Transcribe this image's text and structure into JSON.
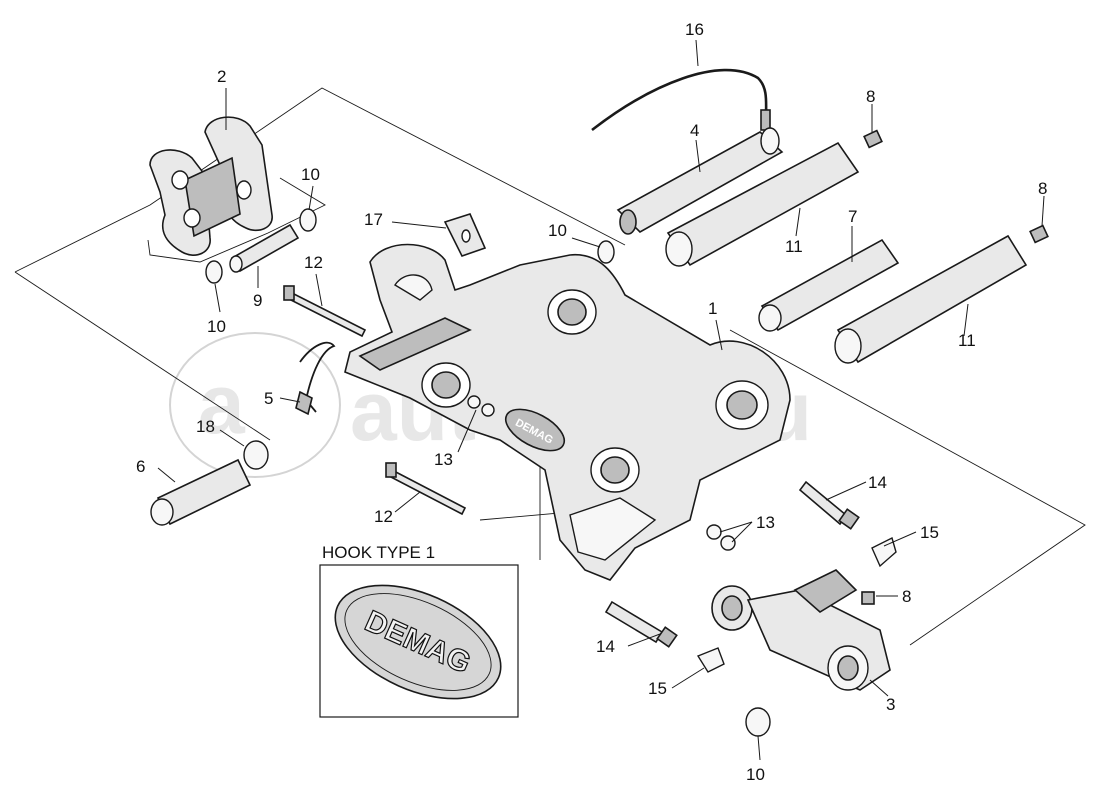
{
  "diagram": {
    "inset_title": "HOOK TYPE 1",
    "badge_text": "DEMAG",
    "watermark_text": "autopiter.ru",
    "callouts": [
      {
        "id": "c-1",
        "text": "1"
      },
      {
        "id": "c-2",
        "text": "2"
      },
      {
        "id": "c-3",
        "text": "3"
      },
      {
        "id": "c-4",
        "text": "4"
      },
      {
        "id": "c-5",
        "text": "5"
      },
      {
        "id": "c-6",
        "text": "6"
      },
      {
        "id": "c-7",
        "text": "7"
      },
      {
        "id": "c-8a",
        "text": "8"
      },
      {
        "id": "c-8b",
        "text": "8"
      },
      {
        "id": "c-8c",
        "text": "8"
      },
      {
        "id": "c-9",
        "text": "9"
      },
      {
        "id": "c-10a",
        "text": "10"
      },
      {
        "id": "c-10b",
        "text": "10"
      },
      {
        "id": "c-10c",
        "text": "10"
      },
      {
        "id": "c-10d",
        "text": "10"
      },
      {
        "id": "c-11a",
        "text": "11"
      },
      {
        "id": "c-11b",
        "text": "11"
      },
      {
        "id": "c-12a",
        "text": "12"
      },
      {
        "id": "c-12b",
        "text": "12"
      },
      {
        "id": "c-13a",
        "text": "13"
      },
      {
        "id": "c-13b",
        "text": "13"
      },
      {
        "id": "c-14a",
        "text": "14"
      },
      {
        "id": "c-14b",
        "text": "14"
      },
      {
        "id": "c-15a",
        "text": "15"
      },
      {
        "id": "c-15b",
        "text": "15"
      },
      {
        "id": "c-16",
        "text": "16"
      },
      {
        "id": "c-17",
        "text": "17"
      },
      {
        "id": "c-18",
        "text": "18"
      }
    ]
  }
}
